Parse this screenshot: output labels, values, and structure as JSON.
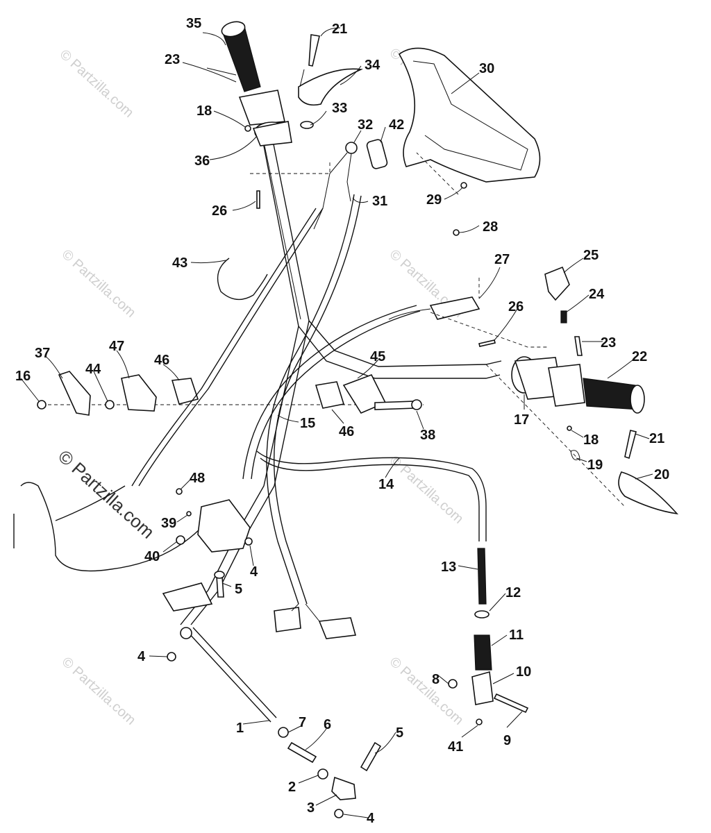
{
  "labels": {
    "p35": "35",
    "p21a": "21",
    "p23a": "23",
    "p34": "34",
    "p30": "30",
    "p18a": "18",
    "p33": "33",
    "p32": "32",
    "p42": "42",
    "p36": "36",
    "p29": "29",
    "p26a": "26",
    "p31": "31",
    "p28": "28",
    "p25": "25",
    "p43": "43",
    "p27": "27",
    "p24": "24",
    "p26b": "26",
    "p23b": "23",
    "p22": "22",
    "p37": "37",
    "p47": "47",
    "p46a": "46",
    "p45": "45",
    "p16": "16",
    "p44": "44",
    "p15": "15",
    "p46b": "46",
    "p38": "38",
    "p17": "17",
    "p18b": "18",
    "p21b": "21",
    "p19": "19",
    "p20": "20",
    "p48": "48",
    "p14": "14",
    "p39": "39",
    "p40": "40",
    "p4a": "4",
    "p5a": "5",
    "p13": "13",
    "p12": "12",
    "p11": "11",
    "p10": "10",
    "p4b": "4",
    "p8": "8",
    "p7": "7",
    "p6": "6",
    "p1": "1",
    "p5b": "5",
    "p9": "9",
    "p41": "41",
    "p2": "2",
    "p3": "3",
    "p4c": "4"
  },
  "watermark": {
    "small": "© Partzilla.com",
    "large": "© Partzilla.com"
  }
}
